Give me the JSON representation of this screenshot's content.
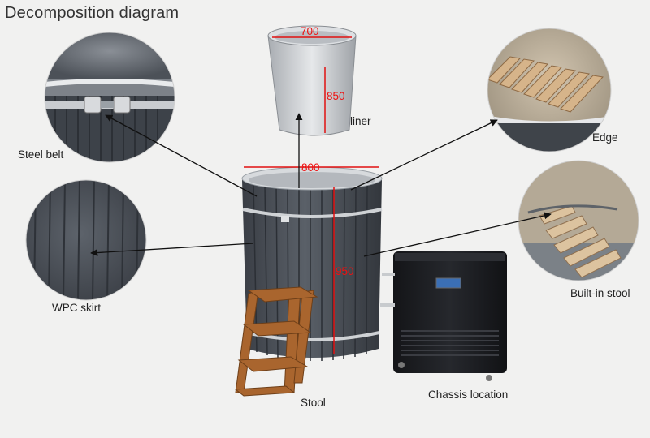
{
  "title": "Decomposition diagram",
  "labels": {
    "steel_belt": "Steel belt",
    "wpc_skirt": "WPC skirt",
    "liner": "liner",
    "edge": "Edge",
    "built_in_stool": "Built-in stool",
    "stool": "Stool",
    "chassis_location": "Chassis location"
  },
  "dimensions": {
    "liner_diameter": "700",
    "liner_height": "850",
    "tub_diameter": "800",
    "tub_height": "950"
  },
  "colors": {
    "dimension": "#e11111",
    "tub_body": "#4b5058",
    "chiller": "#1b1c20",
    "wood": "#b06a35",
    "liner": "#c9ccd0"
  }
}
